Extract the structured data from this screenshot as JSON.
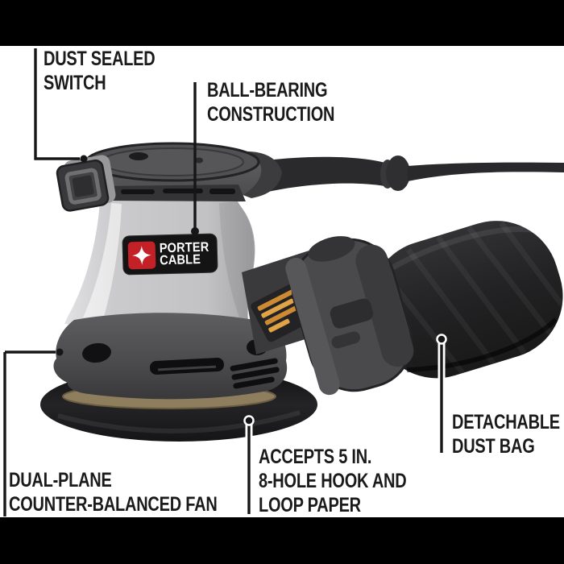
{
  "brand": {
    "name_line1": "PORTER",
    "name_line2": "CABLE"
  },
  "callouts": {
    "dust_sealed_switch": {
      "line1": "DUST SEALED",
      "line2": "SWITCH"
    },
    "ball_bearing": {
      "line1": "BALL-BEARING",
      "line2": "CONSTRUCTION"
    },
    "detachable_dust_bag": {
      "line1": "DETACHABLE",
      "line2": "DUST BAG"
    },
    "dual_plane_fan": {
      "line1": "DUAL-PLANE",
      "line2": "COUNTER-BALANCED FAN"
    },
    "accepts_paper": {
      "line1": "ACCEPTS 5 IN.",
      "line2": "8-HOLE HOOK AND",
      "line3": "LOOP PAPER"
    }
  },
  "colors": {
    "label_text": "#1a1a1a",
    "bar_black": "#000000",
    "brand_red": "#c32127",
    "brand_text": "#ffffff",
    "body_gray": "#c6c6c8",
    "housing_dark_gray": "#5a5a5c",
    "pad_black": "#1c1c1e",
    "label_orange": "#cd8a33"
  }
}
